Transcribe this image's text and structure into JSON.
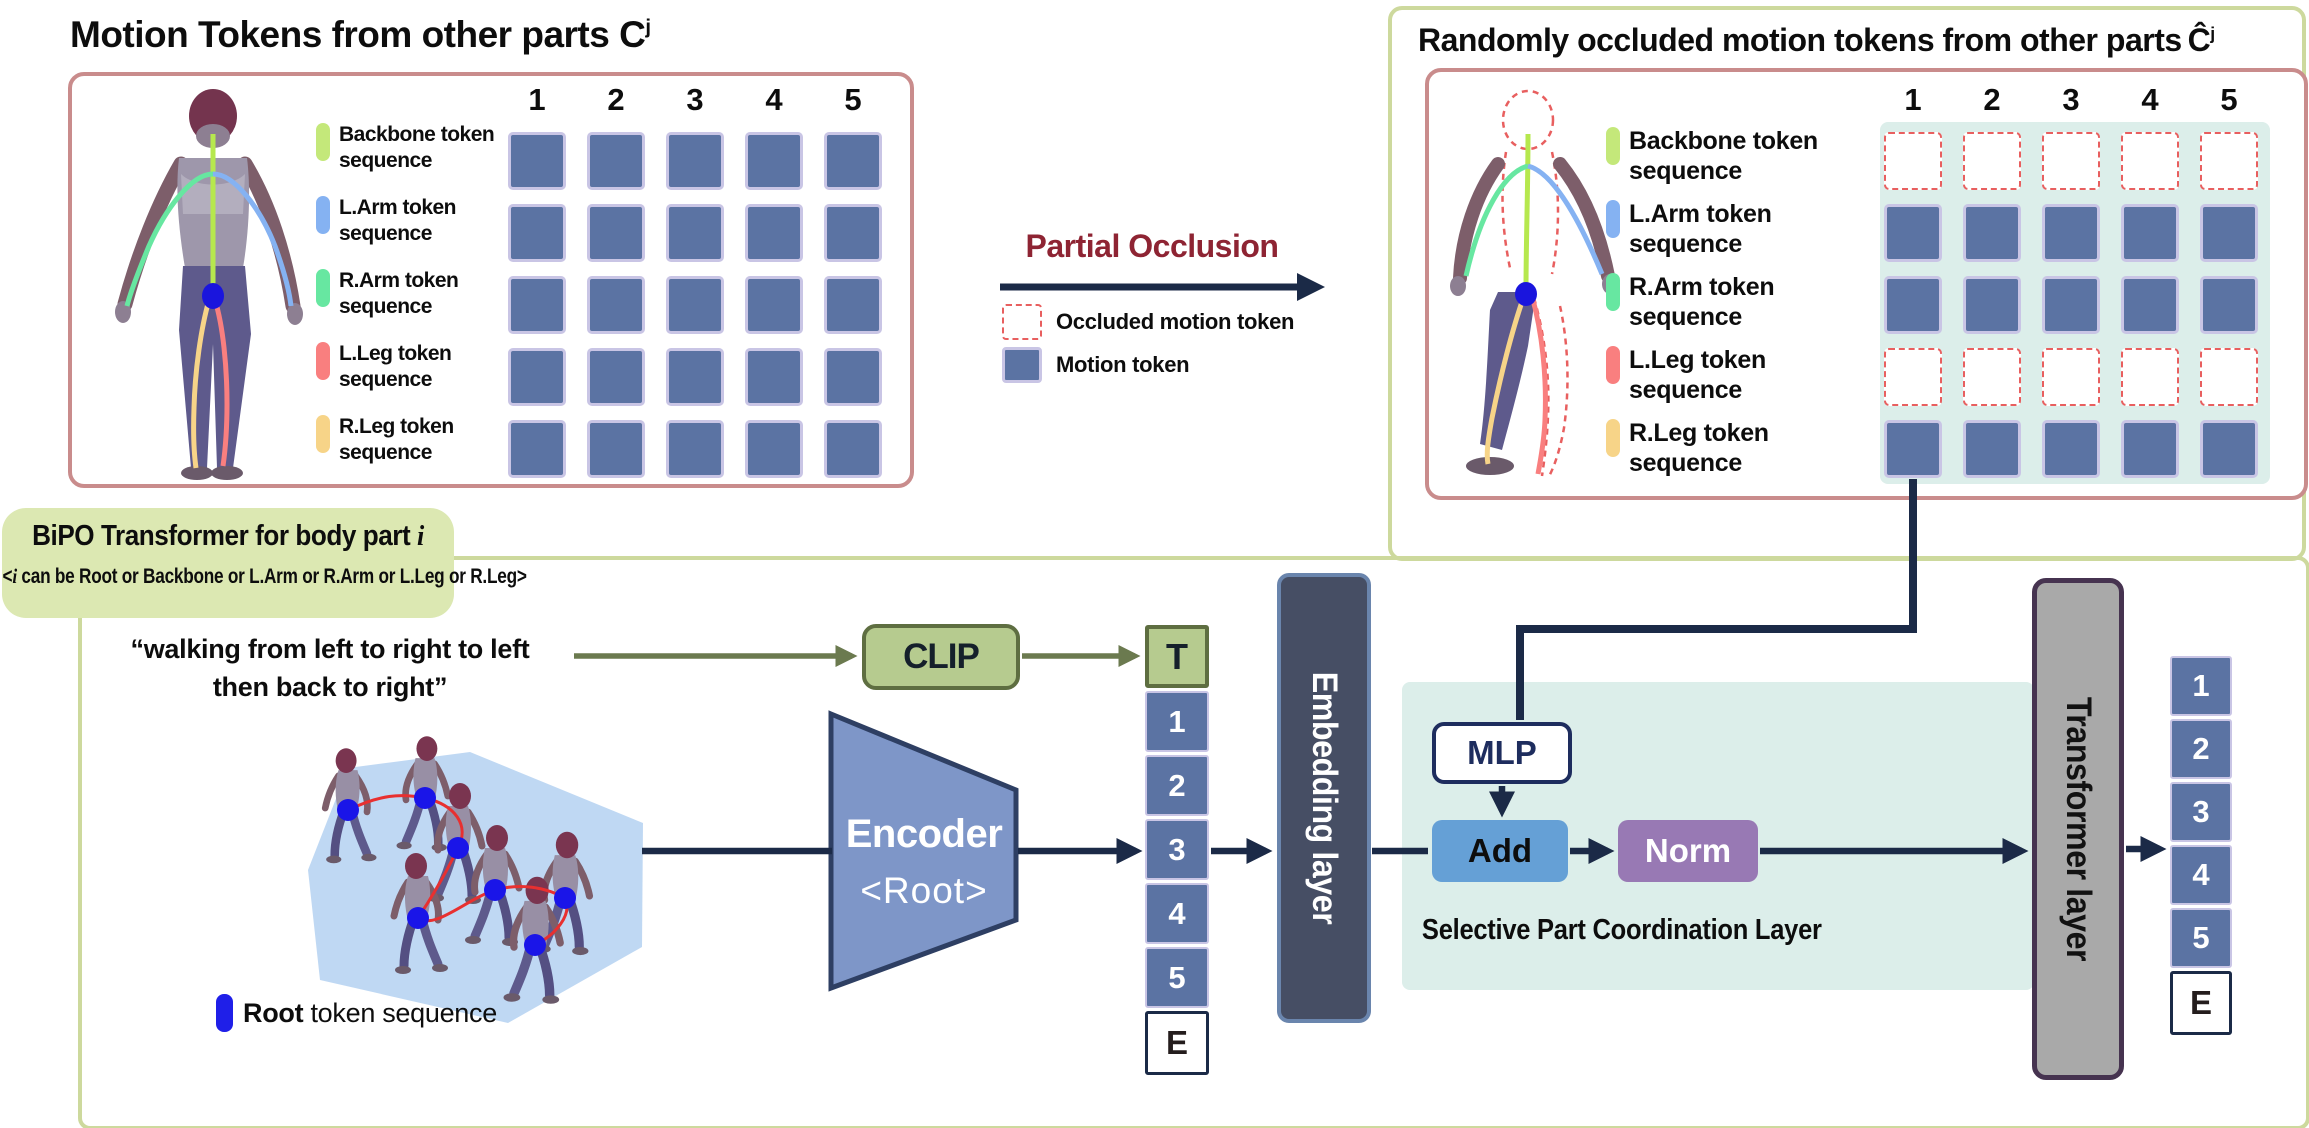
{
  "colors": {
    "token_blue": "#5b73a3",
    "token_border": "#c9c5e5",
    "occluded_red": "#e85f5f",
    "panel_border_pink": "#c98c8c",
    "outer_border_khaki": "#cdd99d",
    "teal_bg": "#dceeea",
    "arrow_navy": "#1b2a47",
    "arrow_olive": "#6b7a4f",
    "clip_green": "#b6cb8f",
    "bipo_fill": "#dce8b2",
    "embedding_fill": "#464e64",
    "add_blue": "#65a0d6",
    "norm_purple": "#9879b4",
    "transformer_gray": "#a9a9a9",
    "occlusion_title_red": "#8e2433",
    "encoder_blue": "#7e96c8",
    "root_token_blue": "#1f1fe8"
  },
  "left_panel": {
    "title": "Motion Tokens from other parts C",
    "title_sup": "j",
    "legend": [
      {
        "line1": "Backbone token",
        "line2": "sequence",
        "color": "#c4e87a"
      },
      {
        "line1": "L.Arm token",
        "line2": "sequence",
        "color": "#85b2f2"
      },
      {
        "line1": "R.Arm token",
        "line2": "sequence",
        "color": "#67e7a1"
      },
      {
        "line1": "L.Leg token",
        "line2": "sequence",
        "color": "#f97f7f"
      },
      {
        "line1": "R.Leg token",
        "line2": "sequence",
        "color": "#f7d488"
      }
    ],
    "grid": {
      "columns": [
        "1",
        "2",
        "3",
        "4",
        "5"
      ],
      "rows": [
        [
          "s",
          "s",
          "s",
          "s",
          "s"
        ],
        [
          "s",
          "s",
          "s",
          "s",
          "s"
        ],
        [
          "s",
          "s",
          "s",
          "s",
          "s"
        ],
        [
          "s",
          "s",
          "s",
          "s",
          "s"
        ],
        [
          "s",
          "s",
          "s",
          "s",
          "s"
        ]
      ]
    }
  },
  "occlusion": {
    "title": "Partial Occlusion",
    "items": [
      {
        "style": "occluded",
        "label": "Occluded motion token"
      },
      {
        "style": "solid",
        "label": "Motion token"
      }
    ]
  },
  "right_panel": {
    "title": "Randomly occluded motion tokens from other parts",
    "title_symbol": "Ĉ",
    "title_sup": "j",
    "legend": [
      {
        "line1": "Backbone token",
        "line2": "sequence",
        "color": "#c4e87a"
      },
      {
        "line1": "L.Arm token",
        "line2": "sequence",
        "color": "#85b2f2"
      },
      {
        "line1": "R.Arm token",
        "line2": "sequence",
        "color": "#67e7a1"
      },
      {
        "line1": "L.Leg token",
        "line2": "sequence",
        "color": "#f97f7f"
      },
      {
        "line1": "R.Leg token",
        "line2": "sequence",
        "color": "#f7d488"
      }
    ],
    "grid": {
      "columns": [
        "1",
        "2",
        "3",
        "4",
        "5"
      ],
      "rows": [
        [
          "o",
          "o",
          "o",
          "o",
          "o"
        ],
        [
          "s",
          "s",
          "s",
          "s",
          "s"
        ],
        [
          "s",
          "s",
          "s",
          "s",
          "s"
        ],
        [
          "o",
          "o",
          "o",
          "o",
          "o"
        ],
        [
          "s",
          "s",
          "s",
          "s",
          "s"
        ]
      ]
    }
  },
  "bipo": {
    "title_pre": "BiPO Transformer for body part ",
    "title_var": "i",
    "subtitle_pre": "<",
    "subtitle_var": "i",
    "subtitle_post": " can be Root or Backbone or L.Arm or R.Arm or L.Leg or R.Leg>"
  },
  "prompt": {
    "line1": "“walking from left to right to left",
    "line2": "then back to right”"
  },
  "clip_label": "CLIP",
  "encoder": {
    "line1": "Encoder",
    "line2": "<Root>"
  },
  "input_tokens": [
    {
      "label": "T",
      "type": "text"
    },
    {
      "label": "1",
      "type": "motion"
    },
    {
      "label": "2",
      "type": "motion"
    },
    {
      "label": "3",
      "type": "motion"
    },
    {
      "label": "4",
      "type": "motion"
    },
    {
      "label": "5",
      "type": "motion"
    },
    {
      "label": "E",
      "type": "end"
    }
  ],
  "embedding_label": "Embedding layer",
  "spc": {
    "mlp": "MLP",
    "add": "Add",
    "norm": "Norm",
    "label": "Selective Part Coordination Layer"
  },
  "transformer_label": "Transformer layer",
  "output_tokens": [
    {
      "label": "1",
      "type": "motion"
    },
    {
      "label": "2",
      "type": "motion"
    },
    {
      "label": "3",
      "type": "motion"
    },
    {
      "label": "4",
      "type": "motion"
    },
    {
      "label": "5",
      "type": "motion"
    },
    {
      "label": "E",
      "type": "end"
    }
  ],
  "root_legend": {
    "bold": "Root",
    "rest": " token sequence"
  }
}
